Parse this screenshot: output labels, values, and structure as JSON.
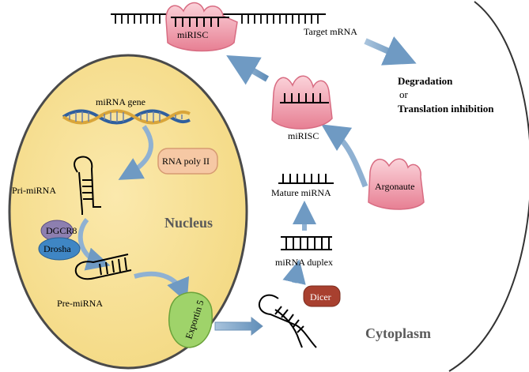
{
  "labels": {
    "mirna_gene": "miRNA gene",
    "rna_pol": "RNA poly II",
    "pri_mirna": "Pri-miRNA",
    "dgcr8": "DGCR8",
    "drosha": "Drosha",
    "nucleus": "Nucleus",
    "pre_mirna": "Pre-miRNA",
    "exportin": "Exportin 5",
    "dicer": "Dicer",
    "mirna_duplex": "miRNA duplex",
    "mature_mirna": "Mature miRNA",
    "argonaute": "Argonaute",
    "mirisc_mid": "miRISC",
    "mirisc_top": "miRISC",
    "target_mrna": "Target mRNA",
    "degradation": "Degradation",
    "or": "or",
    "translation_inhibition": "Translation inhibition",
    "cytoplasm": "Cytoplasm"
  },
  "colors": {
    "nucleus_fill": "#f8e39a",
    "nucleus_stroke": "#555555",
    "risc_pink": "#f4a7b3",
    "argonaute_pink": "#ef9aa8",
    "rna_pol_fill": "#f6c8a4",
    "dgcr8_fill": "#8d7fb0",
    "drosha_fill": "#3f86c4",
    "exportin_fill": "#9fd36a",
    "dicer_fill": "#a8402f",
    "arrow_blue": "#7fa6c9",
    "dna_blue": "#2f5f9e",
    "dna_gold": "#d9a53a"
  }
}
